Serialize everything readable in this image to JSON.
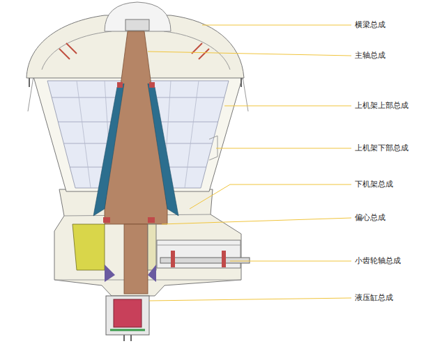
{
  "diagram": {
    "labels": [
      "横梁总成",
      "主轴总成",
      "上机架上部总成",
      "上机架下部总成",
      "下机架总成",
      "偏心总成",
      "小齿轮轴总成",
      "液压缸总成"
    ]
  }
}
